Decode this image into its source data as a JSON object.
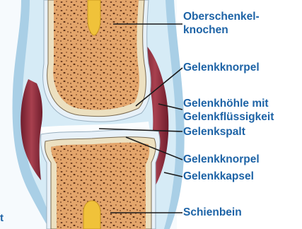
{
  "labels": {
    "femur_line1": "Oberschenkel-",
    "femur_line2": "knochen",
    "cartilage_top": "Gelenkknorpel",
    "cavity_line1": "Gelenkhöhle mit",
    "cavity_line2": "Gelenkflüssigkeit",
    "gap": "Gelenkspalt",
    "cartilage_bottom": "Gelenkknorpel",
    "capsule": "Gelenkkapsel",
    "tibia": "Schienbein"
  },
  "edge_fragment": "t",
  "colors": {
    "label_text": "#1d63a6",
    "leader_line": "#1a1a1a",
    "capsule_outer": "#a9cfe6",
    "capsule_inner": "#d6ebf6",
    "synovium": "#8e2a3a",
    "bone": "#e6ad74",
    "bone_shell": "#ece0c0",
    "cartilage": "#e8f1f8",
    "marrow": "#f0c23a",
    "background_tint": "#eef6fc"
  }
}
